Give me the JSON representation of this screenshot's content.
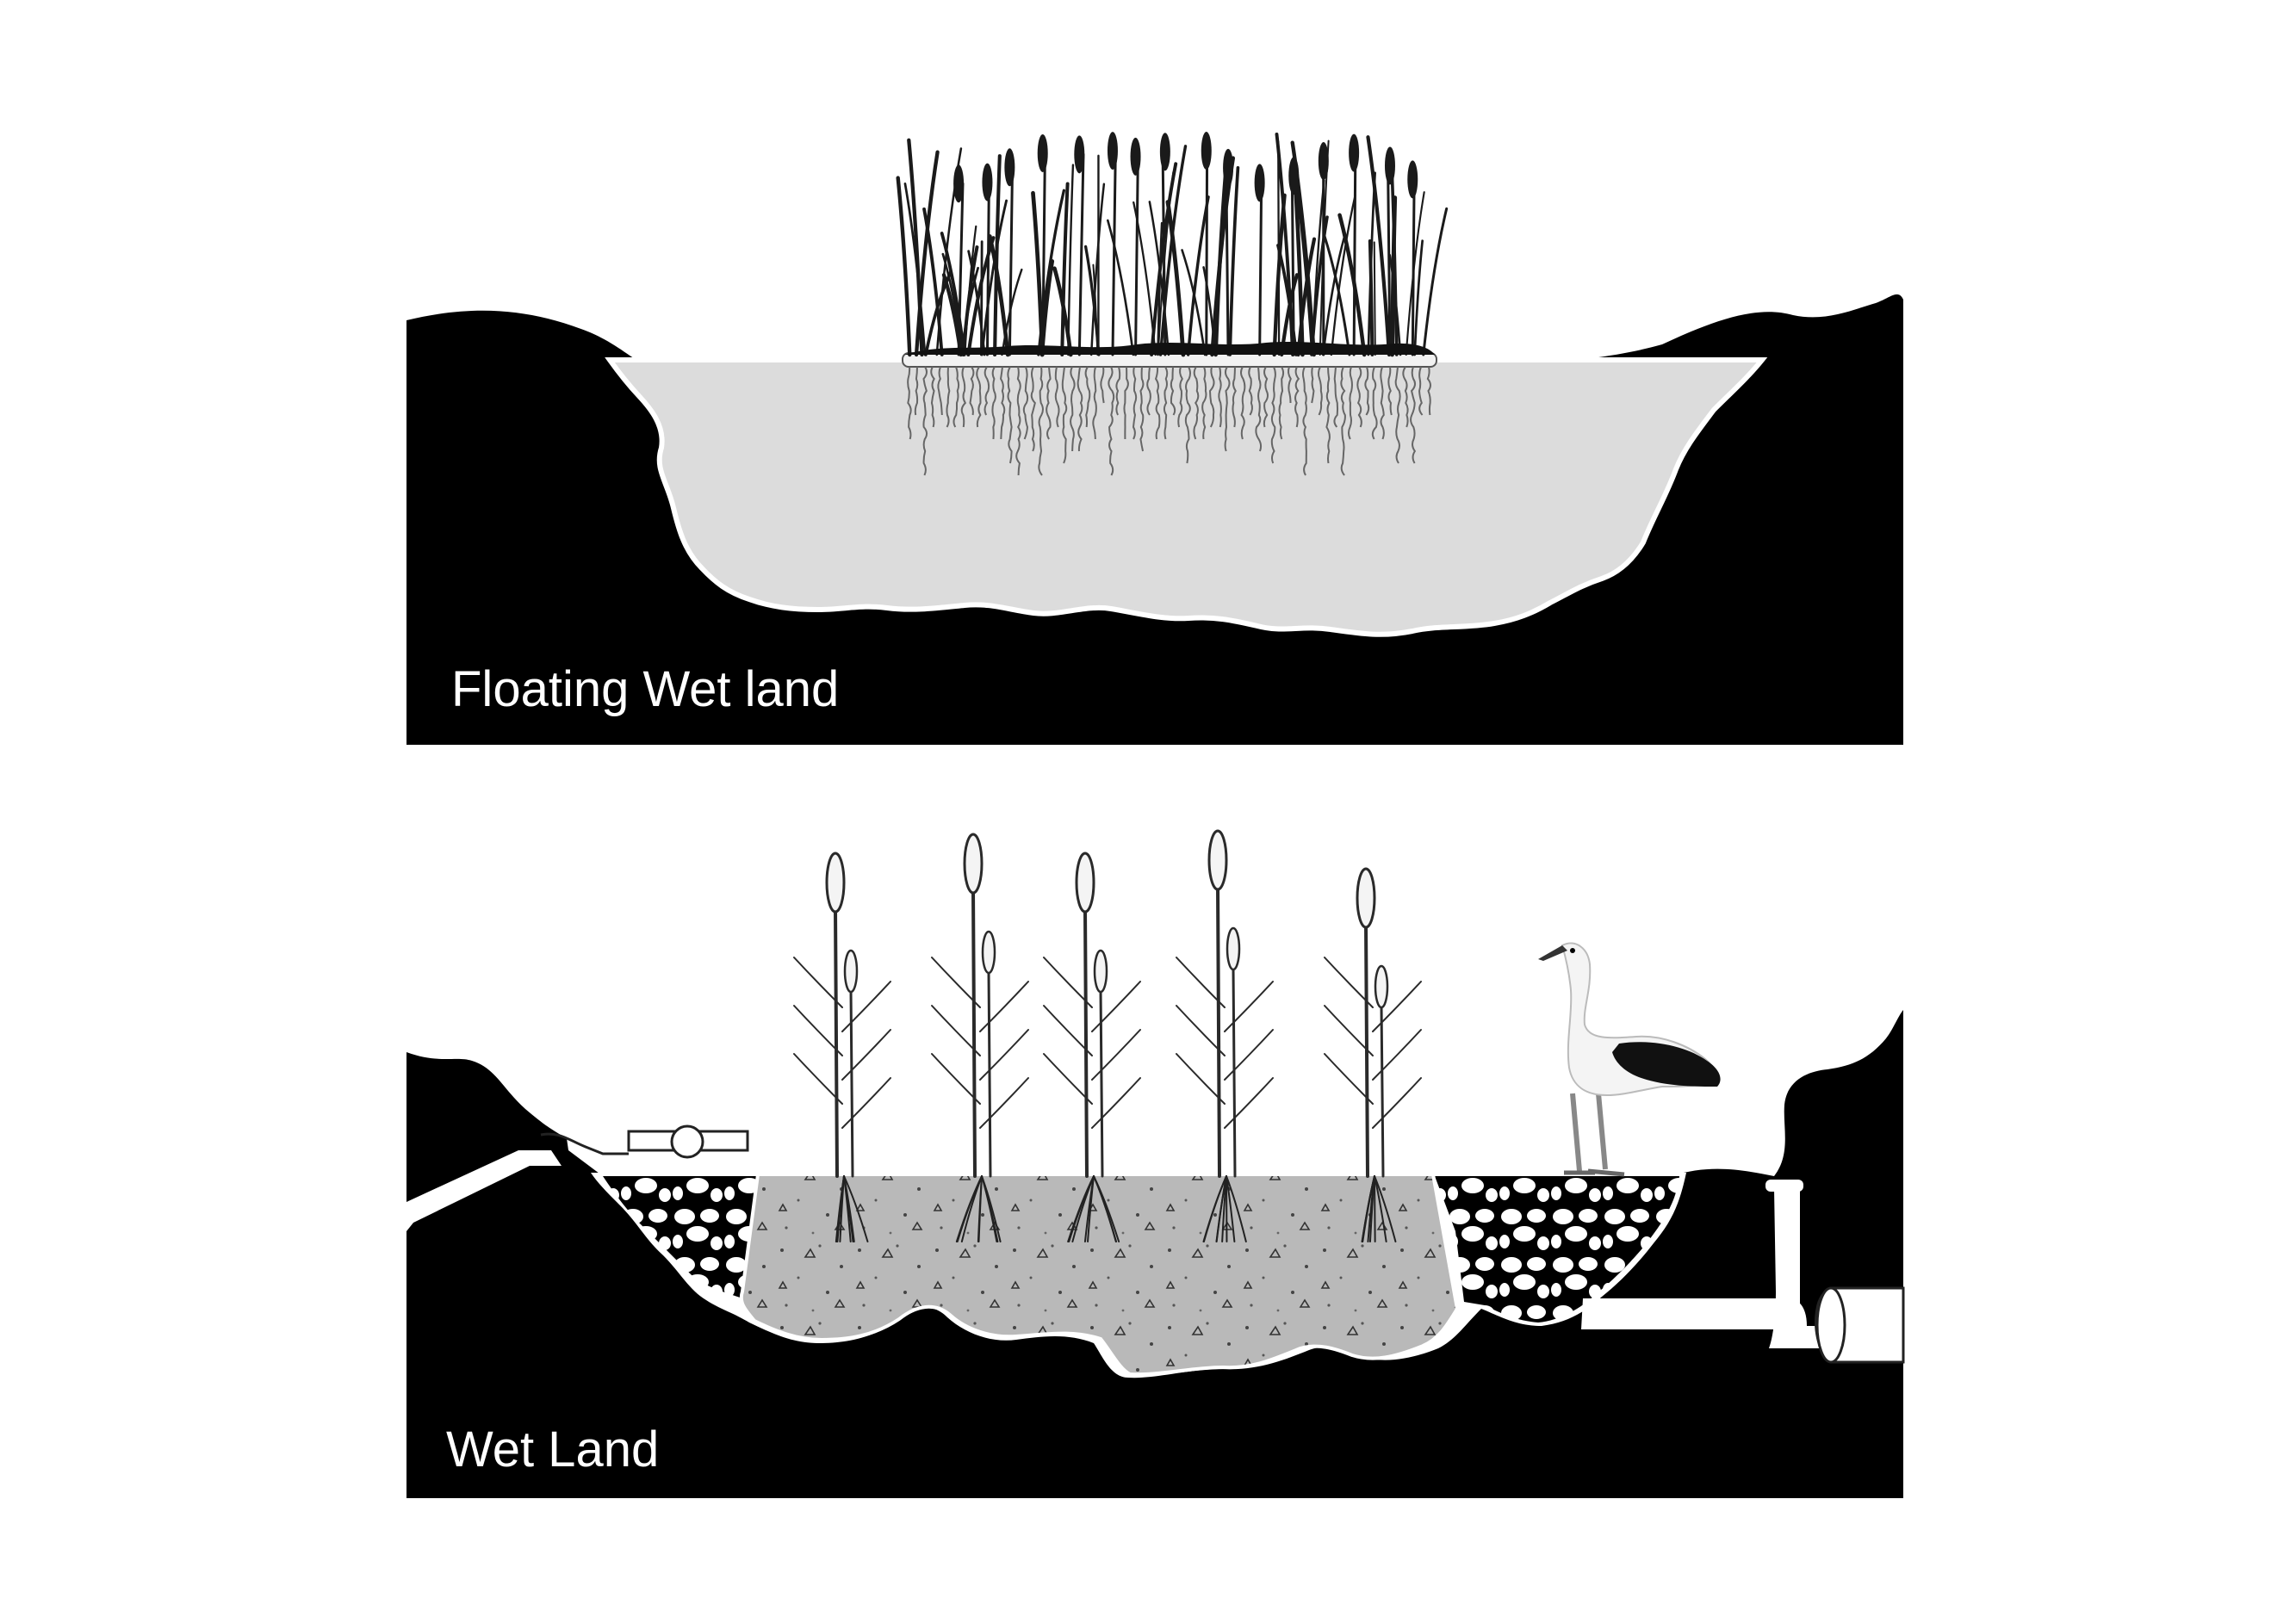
{
  "panels": [
    {
      "id": "floating",
      "caption": "Floating Wet land"
    },
    {
      "id": "wetland",
      "caption": "Wet Land"
    }
  ],
  "colors": {
    "ground": "#000000",
    "water": "#dcdcdc",
    "sediment": "#b9b9b9",
    "background": "#ffffff",
    "plant": "#1a1a1a",
    "reed_outline": "#2a2a2a"
  }
}
